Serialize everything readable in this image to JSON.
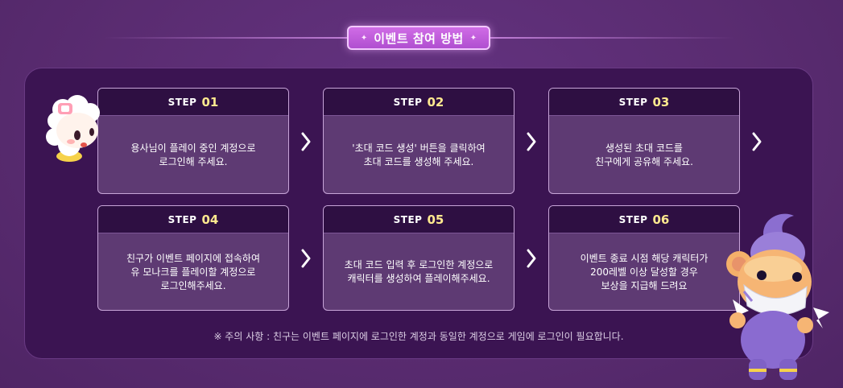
{
  "section_title": "이벤트 참여 방법",
  "title_sparkle": "✦",
  "step_word": "STEP",
  "steps": [
    {
      "number": "01",
      "text": "용사님이 플레이 중인 계정으로\n로그인해 주세요."
    },
    {
      "number": "02",
      "text": "'초대 코드 생성' 버튼을 클릭하여\n초대 코드를 생성해 주세요."
    },
    {
      "number": "03",
      "text": "생성된 초대 코드를\n친구에게 공유해 주세요."
    },
    {
      "number": "04",
      "text": "친구가 이벤트 페이지에 접속하여\n유 모나크를 플레이할 계정으로\n로그인해주세요."
    },
    {
      "number": "05",
      "text": "초대 코드 입력 후 로그인한 계정으로\n캐릭터를 생성하여 플레이해주세요."
    },
    {
      "number": "06",
      "text": "이벤트 종료 시점 해당 캐릭터가\n200레벨 이상 달성할 경우\n보상을 지급해 드려요"
    }
  ],
  "note": "※ 주의 사항 : 친구는 이벤트 페이지에 로그인한 계정과 동일한 계정으로 게임에 로그인이 필요합니다.",
  "colors": {
    "background": "#5b2d72",
    "panel": "#3b1452",
    "card": "#5e3a73",
    "card_header": "#2e0f42",
    "step_number": "#ffe98f",
    "title_badge": "#c45fdd"
  },
  "icons": {
    "arrow": "chevron-right-icon",
    "left_mascot": "sheep-mascot-icon",
    "right_mascot": "monkey-mascot-icon"
  }
}
